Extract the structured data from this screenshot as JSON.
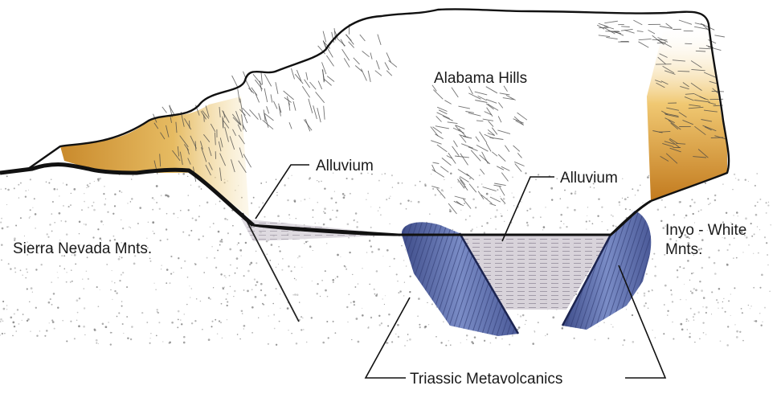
{
  "labels": {
    "alabama_hills": "Alabama Hills",
    "alluvium_left": "Alluvium",
    "alluvium_right": "Alluvium",
    "sierra_nevada": "Sierra Nevada Mnts.",
    "inyo_white_line1": "Inyo - White",
    "inyo_white_line2": "Mnts.",
    "triassic": "Triassic Metavolcanics"
  },
  "colors": {
    "outline": "#111111",
    "ochre": "#d9a547",
    "ochre_dark": "#b87722",
    "blue_rock": "#6f7fb8",
    "blue_dark": "#3d4a86",
    "sediment": "#c9c3cc",
    "stipple": "#8a8a8a"
  }
}
